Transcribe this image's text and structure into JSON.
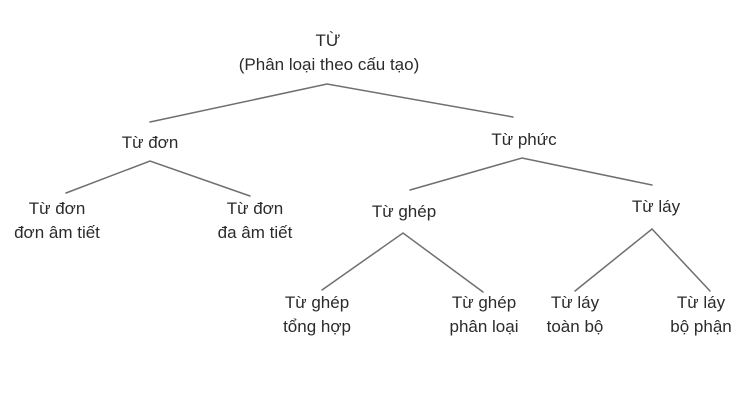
{
  "diagram": {
    "root": {
      "title": "TỪ",
      "subtitle": "(Phân loại theo cấu tạo)"
    },
    "level1": {
      "tu_don": {
        "label": "Từ đơn",
        "children": {
          "don_am_tiet": {
            "line1": "Từ đơn",
            "line2": "đơn âm tiết"
          },
          "da_am_tiet": {
            "line1": "Từ đơn",
            "line2": "đa âm tiết"
          }
        }
      },
      "tu_phuc": {
        "label": "Từ phức",
        "children": {
          "tu_ghep": {
            "label": "Từ ghép",
            "children": {
              "tong_hop": {
                "line1": "Từ ghép",
                "line2": "tổng hợp"
              },
              "phan_loai": {
                "line1": "Từ ghép",
                "line2": "phân loại"
              }
            }
          },
          "tu_lay": {
            "label": "Từ láy",
            "children": {
              "toan_bo": {
                "line1": "Từ láy",
                "line2": "toàn bộ"
              },
              "bo_phan": {
                "line1": "Từ láy",
                "line2": "bộ phận"
              }
            }
          }
        }
      }
    },
    "colors": {
      "text": "#2b2b2b",
      "line": "#6f6f6f",
      "background": "#ffffff"
    }
  }
}
